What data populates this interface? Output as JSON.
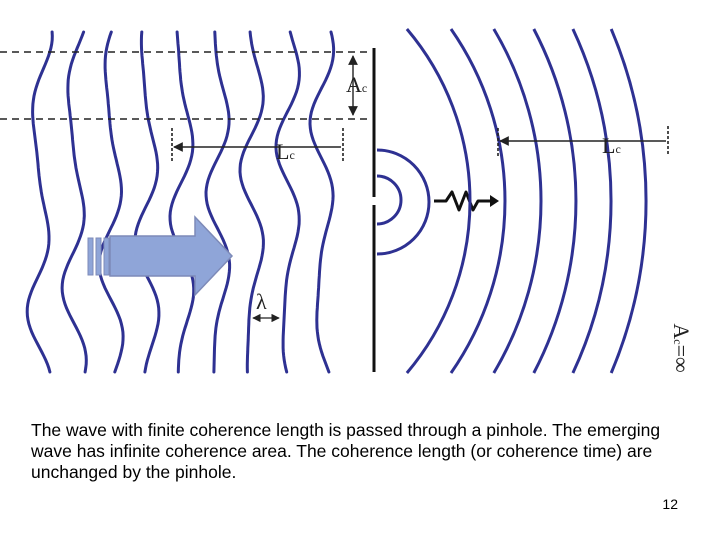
{
  "labels": {
    "area_left_main": "A",
    "area_left_sub": "c",
    "length_left_main": "L",
    "length_left_sub": "c",
    "length_right_main": "L",
    "length_right_sub": "c",
    "wavelength": "λ",
    "area_right_main": "A",
    "area_right_sub": "c",
    "area_right_value": "=∞"
  },
  "caption": "The wave with finite coherence length is passed through a pinhole. The emerging wave has infinite coherence area. The coherence length (or coherence time) are unchanged by the pinhole.",
  "page_number": "12",
  "colors": {
    "wave": "#2e3192",
    "arrow_fill": "#8fa5d8",
    "arrow_stroke": "#7d8ab8",
    "annotation": "#222222",
    "screen": "#111111"
  }
}
